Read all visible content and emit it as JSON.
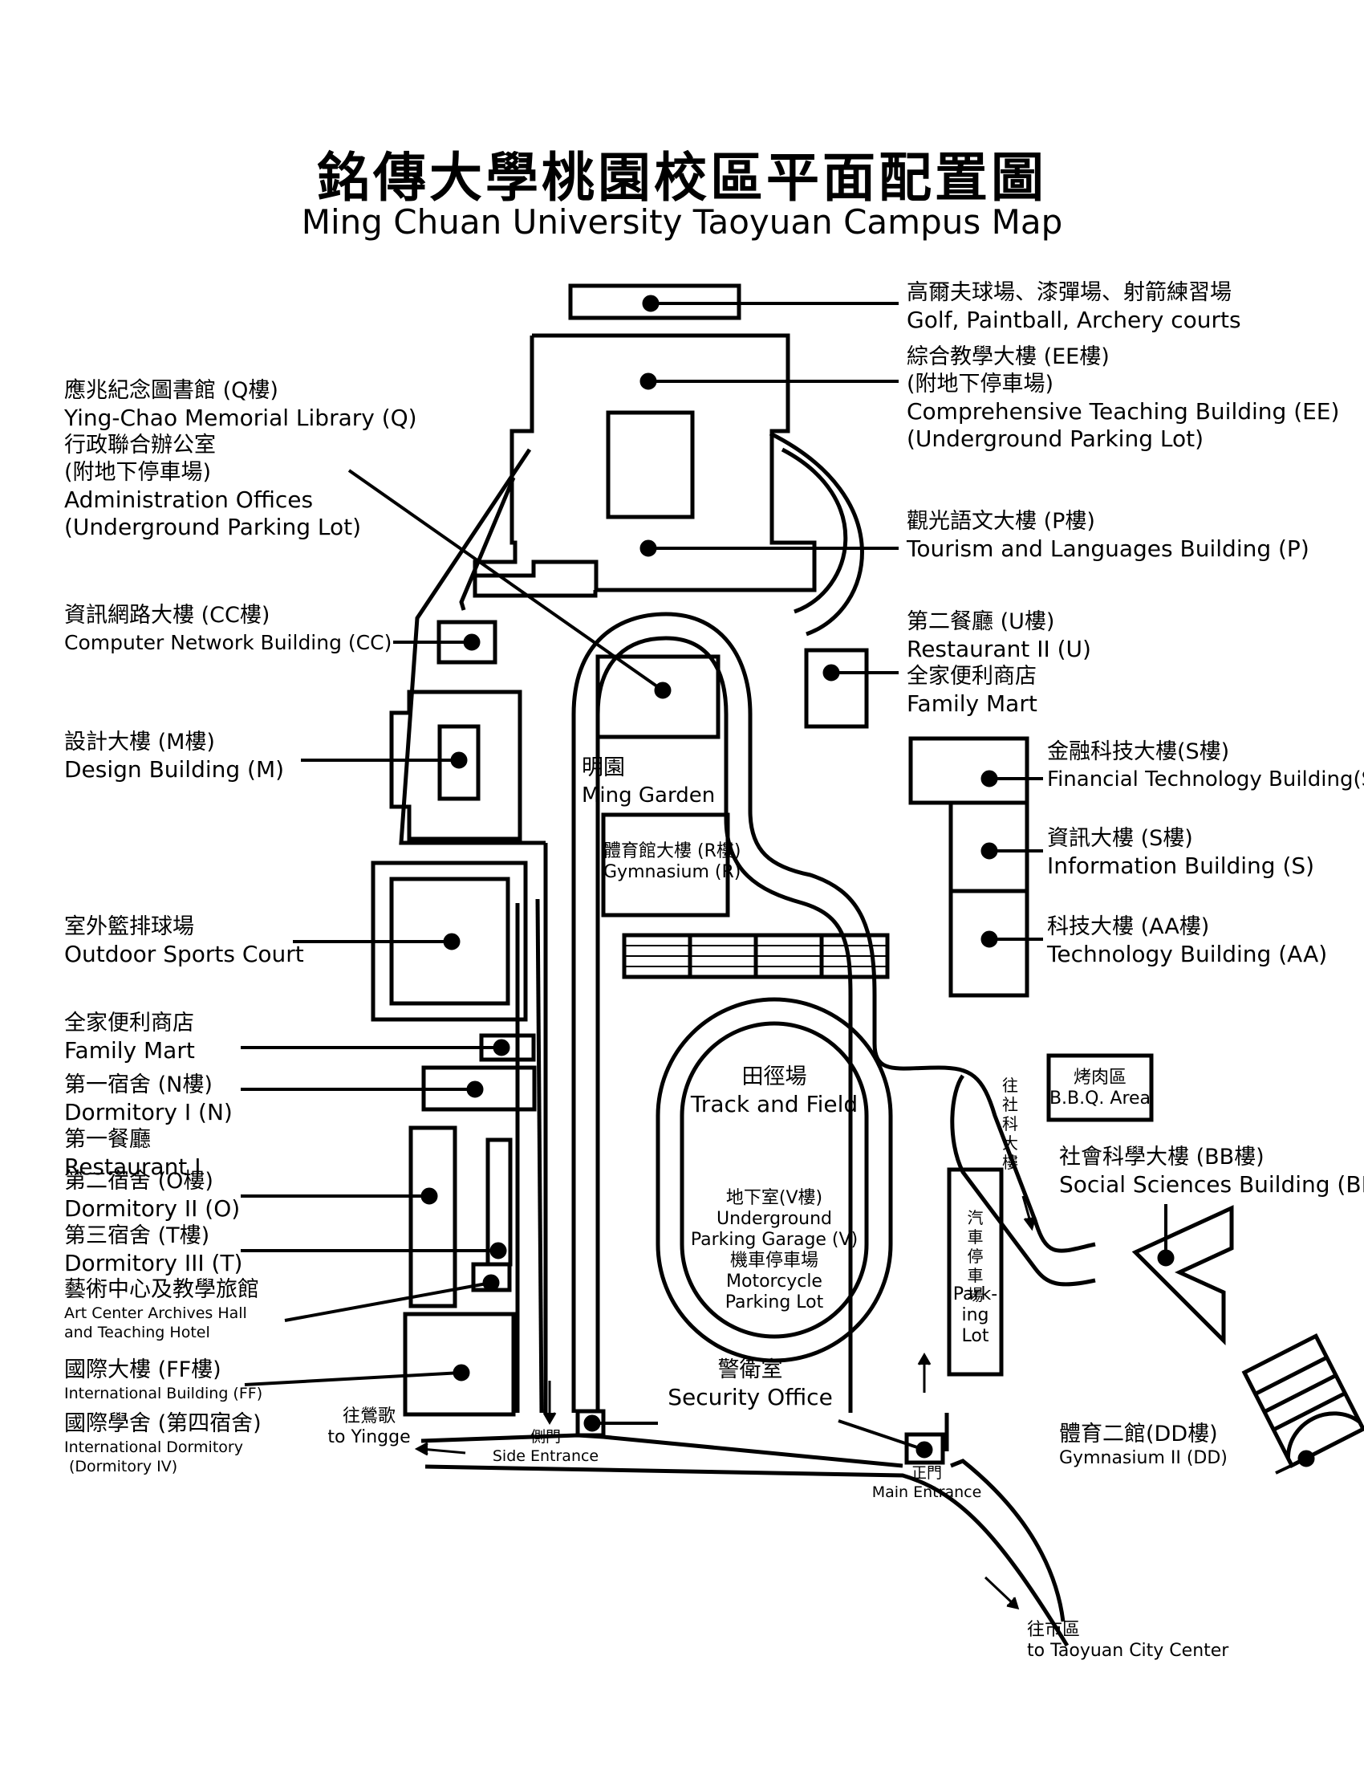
{
  "title": {
    "zh": "銘傳大學桃園校區平面配置圖",
    "en": "Ming Chuan University Taoyuan Campus Map"
  },
  "labels": {
    "golf": {
      "zh": "高爾夫球場、漆彈場、射箭練習場",
      "en": "Golf, Paintball, Archery courts"
    },
    "ee": {
      "zh": "綜合教學大樓 (EE樓)",
      "zh2": "(附地下停車場)",
      "en": "Comprehensive Teaching Building (EE)",
      "en2": "(Underground Parking Lot)"
    },
    "library": {
      "zh": "應兆紀念圖書館 (Q樓)",
      "en": "Ying-Chao Memorial Library (Q)",
      "zh2": "行政聯合辦公室",
      "zh3": "(附地下停車場)",
      "en2": "Administration Offices",
      "en3": "(Underground Parking Lot)"
    },
    "p": {
      "zh": "觀光語文大樓 (P樓)",
      "en": "Tourism and Languages Building (P)"
    },
    "cc": {
      "zh": "資訊網路大樓 (CC樓)",
      "en": "Computer Network Building (CC)"
    },
    "u": {
      "zh": "第二餐廳 (U樓)",
      "en": "Restaurant II (U)",
      "zh2": "全家便利商店",
      "en2": "Family Mart"
    },
    "m": {
      "zh": "設計大樓 (M樓)",
      "en": "Design Building (M)"
    },
    "garden": {
      "zh": "明園",
      "en": "Ming Garden"
    },
    "fintech": {
      "zh": "金融科技大樓(S樓)",
      "en": "Financial Technology Building(S)"
    },
    "gym": {
      "zh": "體育館大樓 (R樓)",
      "en": "Gymnasium (R)"
    },
    "info": {
      "zh": "資訊大樓 (S樓)",
      "en": "Information Building (S)"
    },
    "court": {
      "zh": "室外籃排球場",
      "en": "Outdoor Sports Court"
    },
    "aa": {
      "zh": "科技大樓 (AA樓)",
      "en": "Technology Building (AA)"
    },
    "mart": {
      "zh": "全家便利商店",
      "en": "Family Mart"
    },
    "track": {
      "zh": "田徑場",
      "en": "Track and Field"
    },
    "bbq": {
      "zh": "烤肉區",
      "en": "B.B.Q. Area"
    },
    "dorm1": {
      "zh": "第一宿舍 (N樓)",
      "en": "Dormitory I (N)",
      "zh2": "第一餐廳",
      "en2": "Restaurant I"
    },
    "to_social": {
      "zh": "往社科大樓"
    },
    "bb": {
      "zh": "社會科學大樓 (BB樓)",
      "en": "Social Sciences Building (BB)"
    },
    "dorm2": {
      "zh": "第二宿舍 (O樓)",
      "en": "Dormitory II (O)"
    },
    "garage": {
      "zh": "地下室(V樓)",
      "en": "Underground",
      "en2": "Parking Garage (V)",
      "zh2": "機車停車場",
      "en3": "Motorcycle",
      "en4": "Parking Lot"
    },
    "parking": {
      "zh": "汽車停車場",
      "en": "Park-",
      "en2": "ing",
      "en3": "Lot"
    },
    "dorm3": {
      "zh": "第三宿舍 (T樓)",
      "en": "Dormitory III (T)"
    },
    "art": {
      "zh": "藝術中心及教學旅館",
      "en": "Art Center Archives Hall",
      "en2": "and Teaching Hotel"
    },
    "ff": {
      "zh": "國際大樓 (FF樓)",
      "en": "International Building (FF)"
    },
    "security": {
      "zh": "警衛室",
      "en": "Security Office"
    },
    "intl_dorm": {
      "zh": "國際學舍 (第四宿舍)",
      "en": "International Dormitory",
      "en2": "(Dormitory IV)"
    },
    "yingge": {
      "zh": "往鶯歌",
      "en": "to Yingge"
    },
    "side": {
      "zh": "側門",
      "en": "Side Entrance"
    },
    "main": {
      "zh": "正門",
      "en": "Main Entrance"
    },
    "dd": {
      "zh": "體育二館(DD樓)",
      "en": "Gymnasium II (DD)"
    },
    "city": {
      "zh": "往市區",
      "en": "to Taoyuan City Center"
    }
  },
  "colors": {
    "ink": "#000000",
    "paper": "#ffffff"
  }
}
